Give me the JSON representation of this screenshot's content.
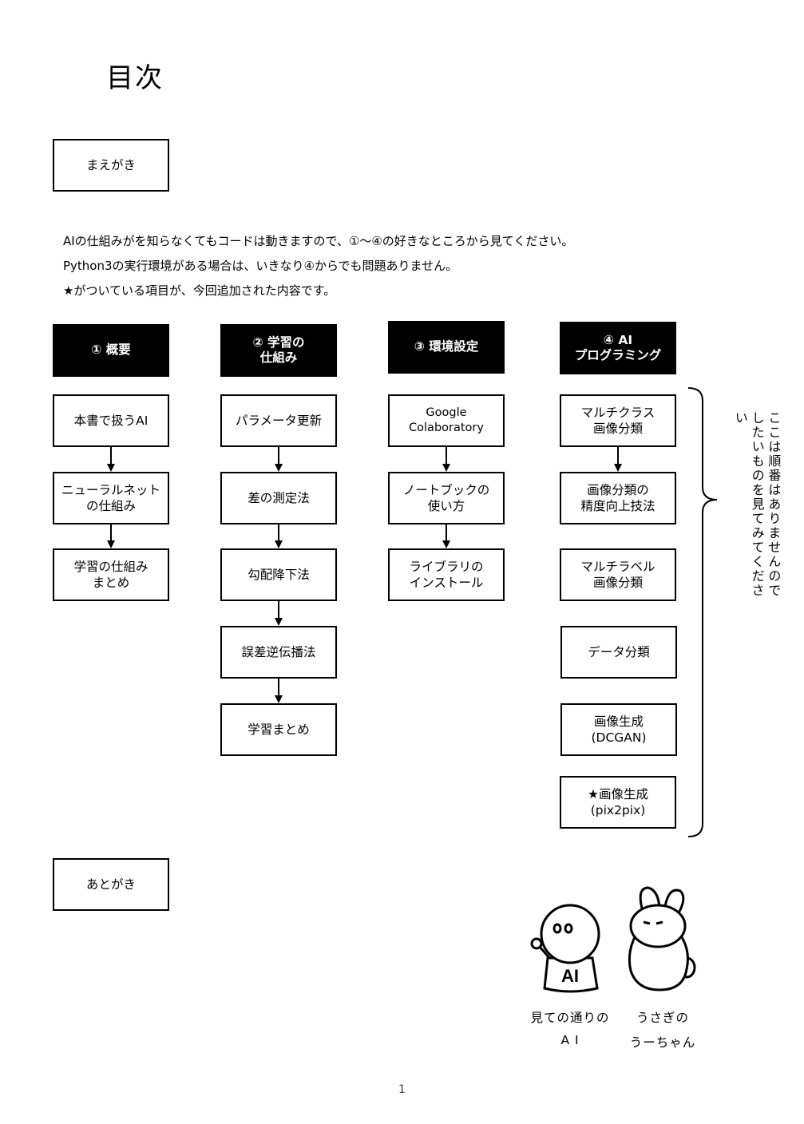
{
  "title": "目次",
  "preface": "まえがき",
  "intro_lines": [
    "AIの仕組みがを知らなくてもコードは動きますので、①～④の好きなところから見てください。",
    "Python3の実行環境がある場合は、いきなり④からでも問題ありません。",
    "★がついている項目が、今回追加された内容です。"
  ],
  "columns": [
    {
      "header": "① 概要",
      "items": [
        "本書で扱うAI",
        "ニューラルネット\nの仕組み",
        "学習の仕組み\nまとめ"
      ]
    },
    {
      "header": "② 学習の\n仕組み",
      "items": [
        "パラメータ更新",
        "差の測定法",
        "勾配降下法",
        "誤差逆伝播法",
        "学習まとめ"
      ]
    },
    {
      "header": "③ 環境設定",
      "items": [
        "Google Colaboratory",
        "ノートブックの\n使い方",
        "ライブラリの\nインストール"
      ]
    },
    {
      "header": "④ AI\nプログラミング",
      "items": [
        "マルチクラス\n画像分類",
        "画像分類の\n精度向上技法",
        "マルチラベル\n画像分類",
        "データ分類",
        "画像生成\n(DCGAN)",
        "★画像生成\n(pix2pix)"
      ]
    }
  ],
  "side_note": "ここは順番はありませんので\nしたいものを見てみてください",
  "afterword": "あとがき",
  "characters": [
    {
      "name_line1": "見ての通りの",
      "name_line2": "A I",
      "badge": "AI"
    },
    {
      "name_line1": "うさぎの",
      "name_line2": "うーちゃん"
    }
  ],
  "page_number": "1"
}
